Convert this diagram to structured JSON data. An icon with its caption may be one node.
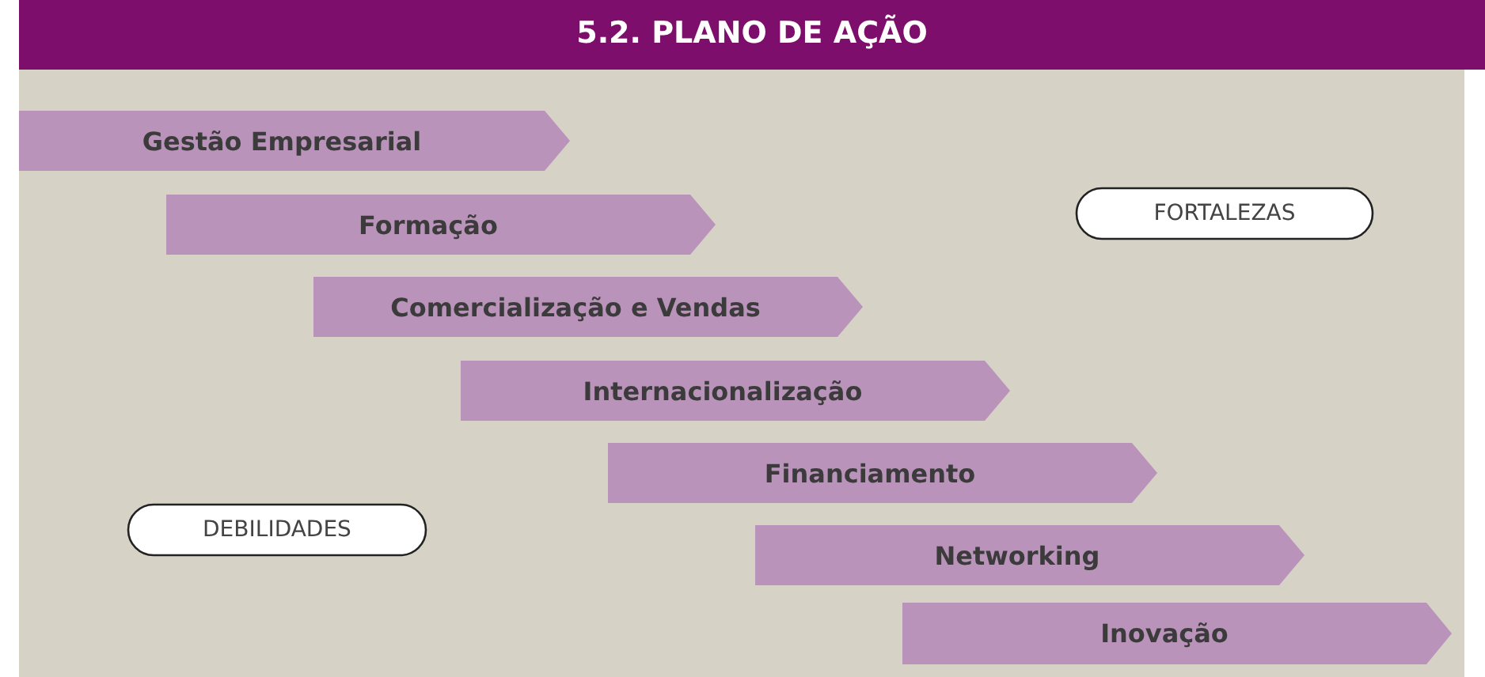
{
  "diagram": {
    "title": "5.2. PLANO DE AÇÃO",
    "nodes": [
      {
        "text": [
          "Gestão Empresarial"
        ]
      },
      {
        "text": [
          "Formação"
        ]
      },
      {
        "text": [
          "FORTALEZAS"
        ]
      },
      {
        "text": [
          "Comercialização e Vendas"
        ]
      },
      {
        "text": [
          "Internacionalização"
        ]
      },
      {
        "text": [
          "Financiamento"
        ]
      },
      {
        "text": [
          "DEBILIDADES"
        ]
      },
      {
        "text": [
          "Networking"
        ]
      },
      {
        "text": [
          "Inovação"
        ]
      }
    ]
  }
}
